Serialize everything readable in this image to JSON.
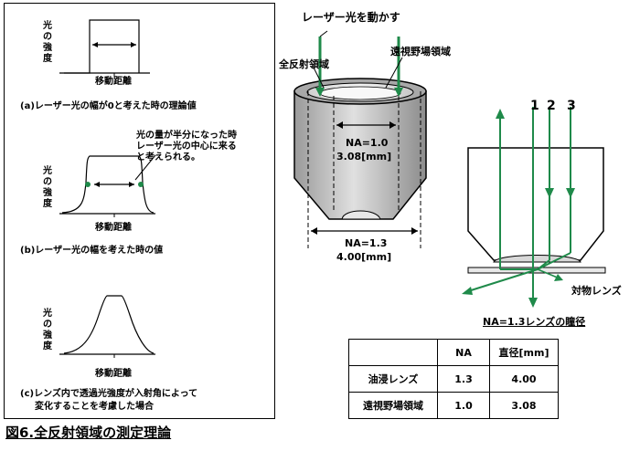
{
  "figure_title": "図6.全反射領域の測定理論",
  "left_panel": {
    "y_axis_label": "光の強度",
    "x_axis_label": "移動距離",
    "caption_a": "(a)レーザー光の幅が0と考えた時の理論値",
    "caption_b": "(b)レーザー光の幅を考えた時の値",
    "caption_c_line1": "(c)レンズ内で透過光強度が入射角によって",
    "caption_c_line2": "変化することを考慮した場合",
    "note_b_line1": "光の量が半分になった時",
    "note_b_line2": "レーザー光の中心に来る",
    "note_b_line3": "と考えられる。"
  },
  "lens_diagram": {
    "move_laser_label": "レーザー光を動かす",
    "total_reflection_label": "全反射領域",
    "far_field_label": "遠視野場領域",
    "inner_na": "NA=1.0",
    "inner_diameter": "3.08[mm]",
    "outer_na": "NA=1.3",
    "outer_diameter": "4.00[mm]"
  },
  "objective_diagram": {
    "ray_labels": [
      "1",
      "2",
      "3"
    ],
    "objective_label": "対物レンズ",
    "pupil_caption": "NA=1.3レンズの瞳径"
  },
  "table": {
    "headers": [
      "",
      "NA",
      "直径[mm]"
    ],
    "rows": [
      [
        "油浸レンズ",
        "1.3",
        "4.00"
      ],
      [
        "遠視野場領域",
        "1.0",
        "3.08"
      ]
    ]
  },
  "colors": {
    "laser_green": "#1f8a4a",
    "lens_gray": "#b8b8b8"
  }
}
